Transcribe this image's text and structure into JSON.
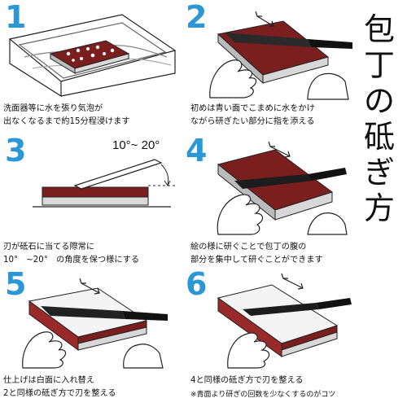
{
  "title": [
    "包",
    "丁",
    "の",
    "砥",
    "ぎ",
    "方"
  ],
  "accent_color": "#2b97d4",
  "stone_color": "#7a1e1e",
  "steps": [
    {
      "number": "1",
      "lines": [
        "洗面器等に水を張り気泡が",
        "出なくなるまで約15分程浸けます"
      ]
    },
    {
      "number": "2",
      "lines": [
        "初めは青い面でこまめに水をかけ",
        "ながら研ぎたい部分に指を添える"
      ]
    },
    {
      "number": "3",
      "lines": [
        "刃が砥石に当てる際常に",
        "10°　~20°　の角度を保つ様にする"
      ],
      "angle_label": "10°~ 20°"
    },
    {
      "number": "4",
      "lines": [
        "絵の様に研ぐことで包丁の腹の",
        "部分を集中して研ぐことができます"
      ]
    },
    {
      "number": "5",
      "lines": [
        "仕上げは白面に入れ替え",
        "2と同様の砥ぎ方で刃を整える"
      ]
    },
    {
      "number": "6",
      "lines": [
        "4と同様の砥ぎ方で刃を整える",
        "※青面より研ぎの回数を少なくするのがコツ"
      ]
    }
  ]
}
